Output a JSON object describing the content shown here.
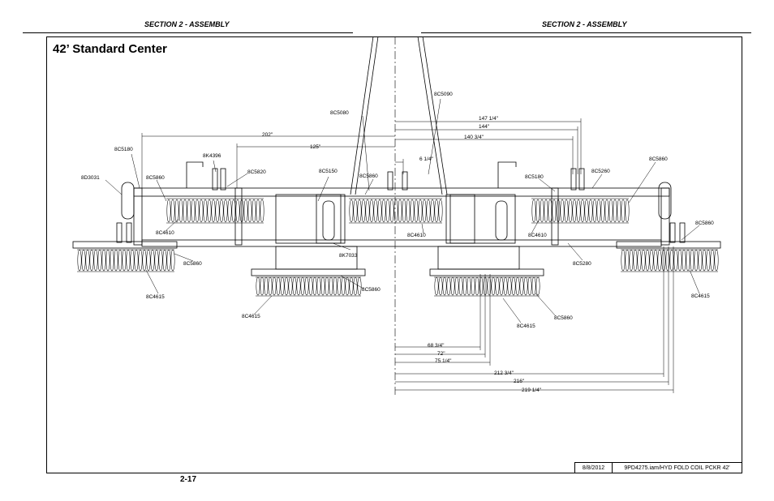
{
  "header": {
    "left_section": "SECTION 2 - ASSEMBLY",
    "right_section": "SECTION 2 - ASSEMBLY"
  },
  "title": "42’ Standard Center",
  "page_number": "2-17",
  "footer": {
    "date": "8/8/2012",
    "file": "9PD4275.iam/HYD FOLD COIL PCKR 42'"
  },
  "dimensions": {
    "d202": "202\"",
    "d125": "125\"",
    "d147": "147 1/4\"",
    "d144": "144\"",
    "d140": "140 3/4\"",
    "d6": "6 1/4\"",
    "d68": "68 3/4\"",
    "d72": "72\"",
    "d75": "75 1/4\"",
    "d212": "212 3/4\"",
    "d216": "216\"",
    "d219": "219 1/4\""
  },
  "parts": {
    "p8C5090": "8C5090",
    "p8C5080": "8C5080",
    "p8C5180a": "8C5180",
    "p8K4396": "8K4396",
    "p8D3031": "8D3031",
    "p8C5860a": "8C5860",
    "p8C5820": "8C5820",
    "p8C5150": "8C5150",
    "p8C5860b": "8C5860",
    "p8C5180b": "8C5180",
    "p8C5260": "8C5260",
    "p8C5860c": "8C5860",
    "p8C4610a": "8C4610",
    "p8C4610b": "8C4610",
    "p8C4610c": "8C4610",
    "p8C5860d": "8C5860",
    "p8C5860e": "8C5860",
    "p8K7033": "8K7033",
    "p8C5280": "8C5280",
    "p8C4615a": "8C4615",
    "p8C5860f": "8C5860",
    "p8C4615b": "8C4615",
    "p8C4615c": "8C4615",
    "p8C5860g": "8C5860",
    "p8C4615d": "8C4615"
  }
}
